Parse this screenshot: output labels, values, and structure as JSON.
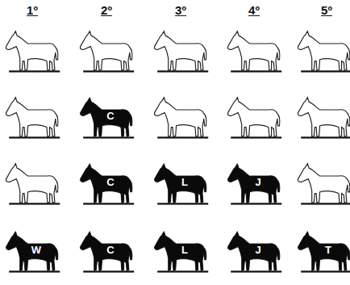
{
  "diagram": {
    "nodes": [
      {
        "text": [
          "C"
        ]
      },
      {
        "text": [
          "C"
        ]
      },
      {
        "text": [
          "L"
        ]
      },
      {
        "text": [
          "J"
        ]
      },
      {
        "text": [
          "W"
        ]
      },
      {
        "text": [
          "C"
        ]
      },
      {
        "text": [
          "L"
        ]
      },
      {
        "text": [
          "J"
        ]
      },
      {
        "text": [
          "T"
        ]
      }
    ],
    "labels": [
      "1º",
      "2º",
      "3º",
      "4º",
      "5º"
    ]
  }
}
